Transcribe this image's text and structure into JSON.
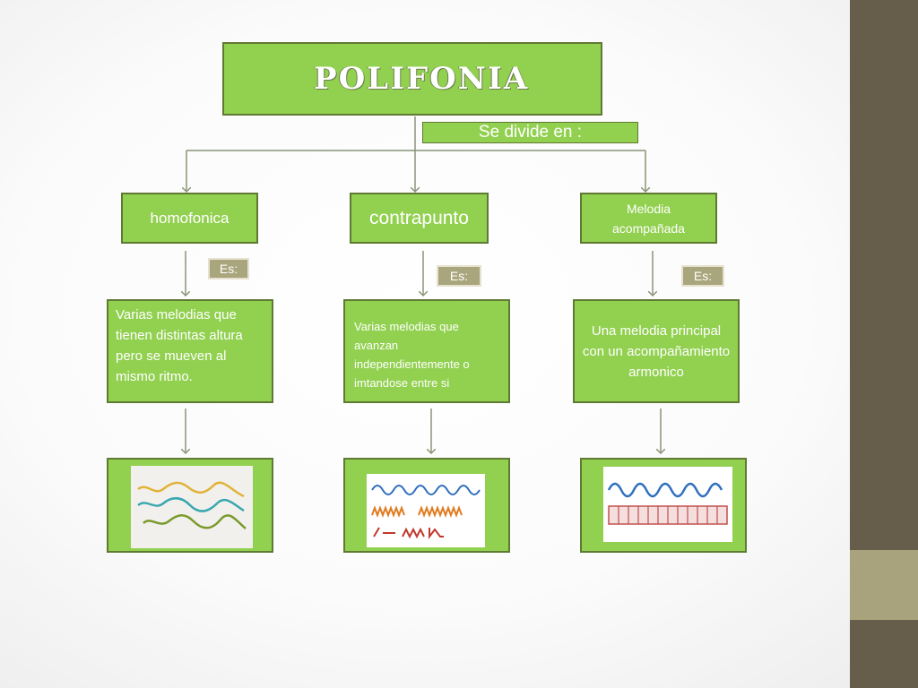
{
  "title": "POLIFONIA",
  "subtitle": "Se divide en :",
  "es_label": "Es:",
  "categories": [
    {
      "name": "homofonica",
      "description": "Varias melodias que tienen distintas altura pero se mueven al mismo ritmo."
    },
    {
      "name": "contrapunto",
      "description": "Varias melodias que avanzan independientemente o imtandose entre si"
    },
    {
      "name": "Melodia acompañada",
      "description": "Una melodia principal con un acompañamiento armonico"
    }
  ],
  "colors": {
    "box_fill": "#92d050",
    "box_border": "#5f7a33",
    "es_fill": "#a9a57c",
    "arrow": "#8a9478",
    "sidebar": "#665d4a",
    "sidebar_accent": "#a8a27d"
  }
}
